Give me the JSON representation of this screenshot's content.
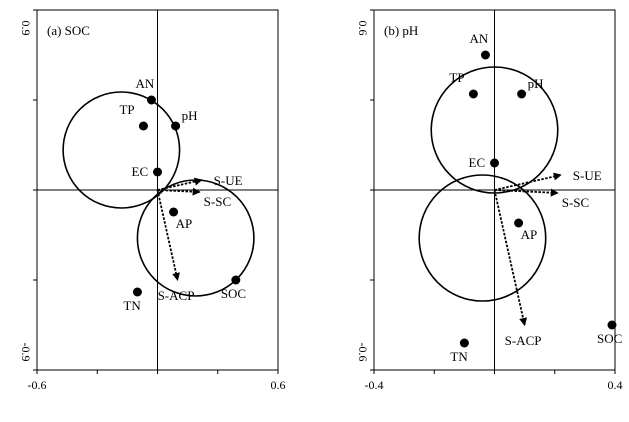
{
  "chart_data": [
    {
      "type": "scatter",
      "title": "(a) SOC",
      "xlim": [
        -0.6,
        0.6
      ],
      "ylim": [
        -0.9,
        0.9
      ],
      "x_ticks": [
        -0.6,
        0.6
      ],
      "y_ticks": [
        0.9,
        -0.9
      ],
      "x_tick_labels": [
        "-0.6",
        "0.6"
      ],
      "y_tick_labels": [
        "0.9",
        "-0.9"
      ],
      "points": [
        {
          "label": "AN",
          "x": -0.03,
          "y": 0.45
        },
        {
          "label": "TP",
          "x": -0.07,
          "y": 0.32
        },
        {
          "label": "pH",
          "x": 0.09,
          "y": 0.32
        },
        {
          "label": "EC",
          "x": 0.0,
          "y": 0.09
        },
        {
          "label": "AP",
          "x": 0.08,
          "y": -0.11
        },
        {
          "label": "TN",
          "x": -0.1,
          "y": -0.51
        },
        {
          "label": "SOC",
          "x": 0.39,
          "y": -0.45
        }
      ],
      "vectors": [
        {
          "label": "S-UE",
          "x": 0.22,
          "y": 0.05
        },
        {
          "label": "S-SC",
          "x": 0.21,
          "y": -0.01
        },
        {
          "label": "S-ACP",
          "x": 0.1,
          "y": -0.45
        }
      ],
      "circles": [
        {
          "cx": -0.18,
          "cy": 0.2,
          "r": 0.29
        },
        {
          "cx": 0.19,
          "cy": -0.24,
          "r": 0.29
        }
      ]
    },
    {
      "type": "scatter",
      "title": "(b) pH",
      "xlim": [
        -0.4,
        0.4
      ],
      "ylim": [
        -0.6,
        0.6
      ],
      "x_ticks": [
        -0.4,
        0.4
      ],
      "y_ticks": [
        0.6,
        -0.6
      ],
      "x_tick_labels": [
        "-0.4",
        "0.4"
      ],
      "y_tick_labels": [
        "0.6",
        "-0.6"
      ],
      "points": [
        {
          "label": "AN",
          "x": -0.03,
          "y": 0.45
        },
        {
          "label": "TP",
          "x": -0.07,
          "y": 0.32
        },
        {
          "label": "pH",
          "x": 0.09,
          "y": 0.32
        },
        {
          "label": "EC",
          "x": 0.0,
          "y": 0.09
        },
        {
          "label": "AP",
          "x": 0.08,
          "y": -0.11
        },
        {
          "label": "TN",
          "x": -0.1,
          "y": -0.51
        },
        {
          "label": "SOC",
          "x": 0.39,
          "y": -0.45
        }
      ],
      "vectors": [
        {
          "label": "S-UE",
          "x": 0.22,
          "y": 0.05
        },
        {
          "label": "S-SC",
          "x": 0.21,
          "y": -0.01
        },
        {
          "label": "S-ACP",
          "x": 0.1,
          "y": -0.45
        }
      ],
      "circles": [
        {
          "cx": 0.0,
          "cy": 0.2,
          "r": 0.21
        },
        {
          "cx": -0.04,
          "cy": -0.16,
          "r": 0.21
        }
      ]
    }
  ]
}
